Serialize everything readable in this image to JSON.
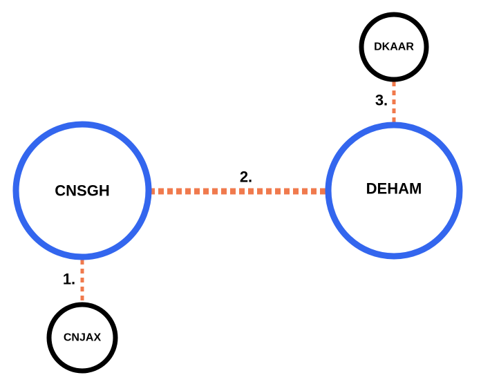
{
  "nodes": {
    "cnsgh": {
      "label": "CNSGH",
      "ring": "blue"
    },
    "deham": {
      "label": "DEHAM",
      "ring": "blue"
    },
    "cnjax": {
      "label": "CNJAX",
      "ring": "black"
    },
    "dkaar": {
      "label": "DKAAR",
      "ring": "black"
    }
  },
  "edges": [
    {
      "from": "CNSGH",
      "to": "CNJAX",
      "label": "1."
    },
    {
      "from": "CNSGH",
      "to": "DEHAM",
      "label": "2."
    },
    {
      "from": "DEHAM",
      "to": "DKAAR",
      "label": "3."
    }
  ],
  "colors": {
    "primary_ring": "#3366ee",
    "secondary_ring": "#000000",
    "edge": "#f07a4d"
  }
}
